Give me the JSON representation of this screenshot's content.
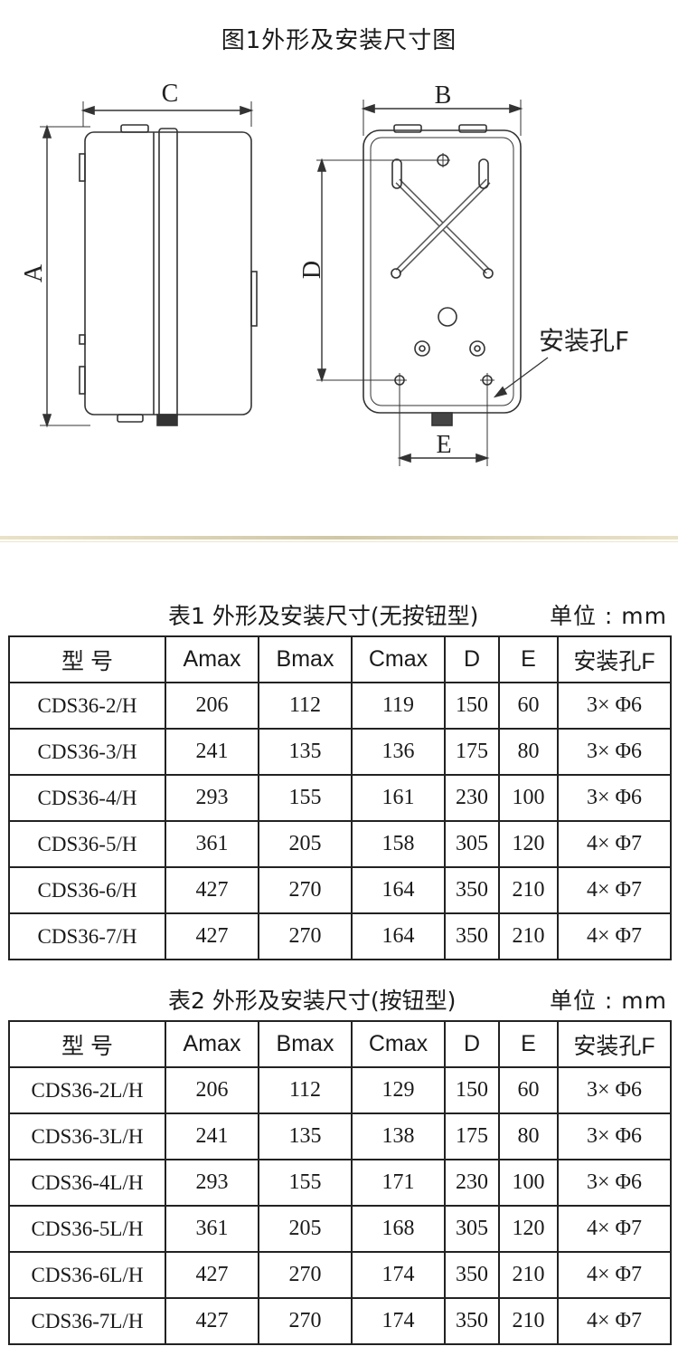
{
  "figure": {
    "title": "图1外形及安装尺寸图",
    "labels": {
      "a": "A",
      "b": "B",
      "c": "C",
      "d": "D",
      "e": "E",
      "hole": "安装孔F"
    }
  },
  "table1": {
    "caption": "表1 外形及安装尺寸(无按钮型)",
    "unit": "单位 : mm",
    "headers": [
      "型 号",
      "Amax",
      "Bmax",
      "Cmax",
      "D",
      "E",
      "安装孔F"
    ],
    "rows": [
      [
        "CDS36-2/H",
        "206",
        "112",
        "119",
        "150",
        "60",
        "3× Φ6"
      ],
      [
        "CDS36-3/H",
        "241",
        "135",
        "136",
        "175",
        "80",
        "3× Φ6"
      ],
      [
        "CDS36-4/H",
        "293",
        "155",
        "161",
        "230",
        "100",
        "3× Φ6"
      ],
      [
        "CDS36-5/H",
        "361",
        "205",
        "158",
        "305",
        "120",
        "4× Φ7"
      ],
      [
        "CDS36-6/H",
        "427",
        "270",
        "164",
        "350",
        "210",
        "4× Φ7"
      ],
      [
        "CDS36-7/H",
        "427",
        "270",
        "164",
        "350",
        "210",
        "4× Φ7"
      ]
    ]
  },
  "table2": {
    "caption": "表2 外形及安装尺寸(按钮型)",
    "unit": "单位 : mm",
    "headers": [
      "型 号",
      "Amax",
      "Bmax",
      "Cmax",
      "D",
      "E",
      "安装孔F"
    ],
    "rows": [
      [
        "CDS36-2L/H",
        "206",
        "112",
        "129",
        "150",
        "60",
        "3× Φ6"
      ],
      [
        "CDS36-3L/H",
        "241",
        "135",
        "138",
        "175",
        "80",
        "3× Φ6"
      ],
      [
        "CDS36-4L/H",
        "293",
        "155",
        "171",
        "230",
        "100",
        "3× Φ6"
      ],
      [
        "CDS36-5L/H",
        "361",
        "205",
        "168",
        "305",
        "120",
        "4× Φ7"
      ],
      [
        "CDS36-6L/H",
        "427",
        "270",
        "174",
        "350",
        "210",
        "4× Φ7"
      ],
      [
        "CDS36-7L/H",
        "427",
        "270",
        "174",
        "350",
        "210",
        "4× Φ7"
      ]
    ]
  }
}
